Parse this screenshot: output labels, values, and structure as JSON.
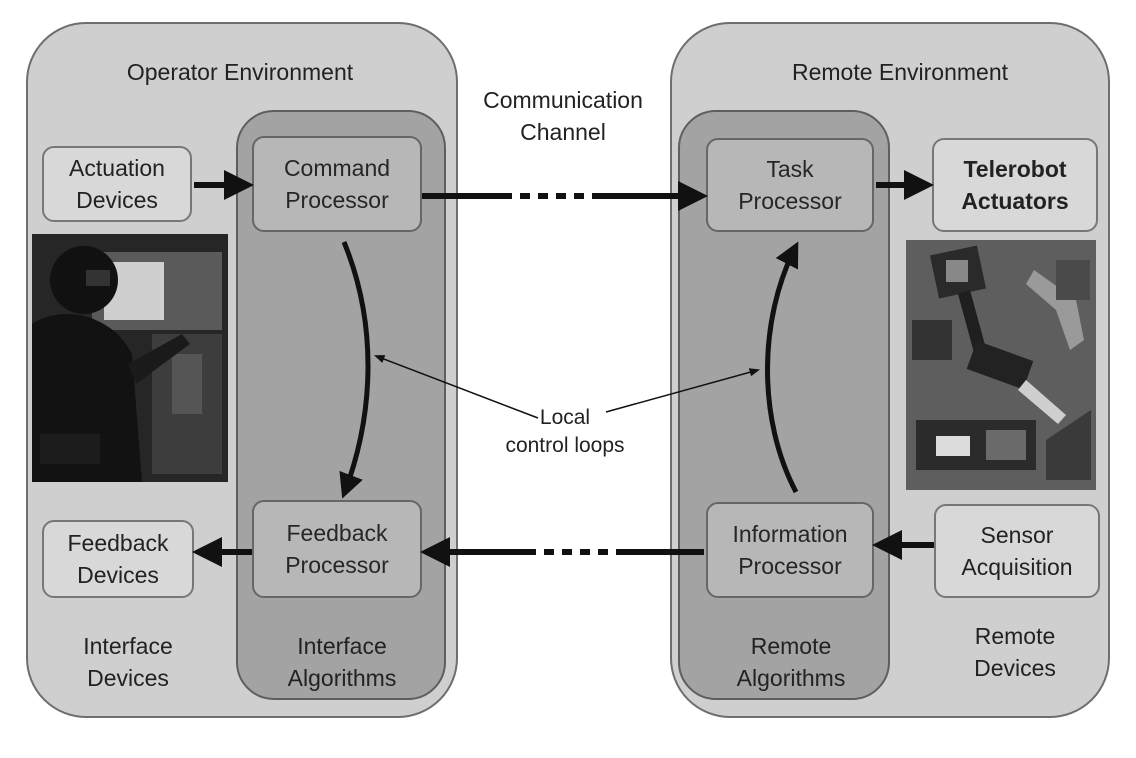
{
  "operator_environment": {
    "title": "Operator Environment",
    "interface_devices_label": "Interface\nDevices",
    "interface_algorithms_label": "Interface\nAlgorithms",
    "actuation_devices": "Actuation\nDevices",
    "feedback_devices": "Feedback\nDevices",
    "command_processor": "Command\nProcessor",
    "feedback_processor": "Feedback\nProcessor"
  },
  "remote_environment": {
    "title": "Remote Environment",
    "remote_devices_label": "Remote\nDevices",
    "remote_algorithms_label": "Remote\nAlgorithms",
    "task_processor": "Task\nProcessor",
    "information_processor": "Information\nProcessor",
    "telerobot_actuators": "Telerobot\nActuators",
    "sensor_acquisition": "Sensor\nAcquisition"
  },
  "communication_channel": "Communication\nChannel",
  "local_control_loops": "Local\ncontrol loops"
}
